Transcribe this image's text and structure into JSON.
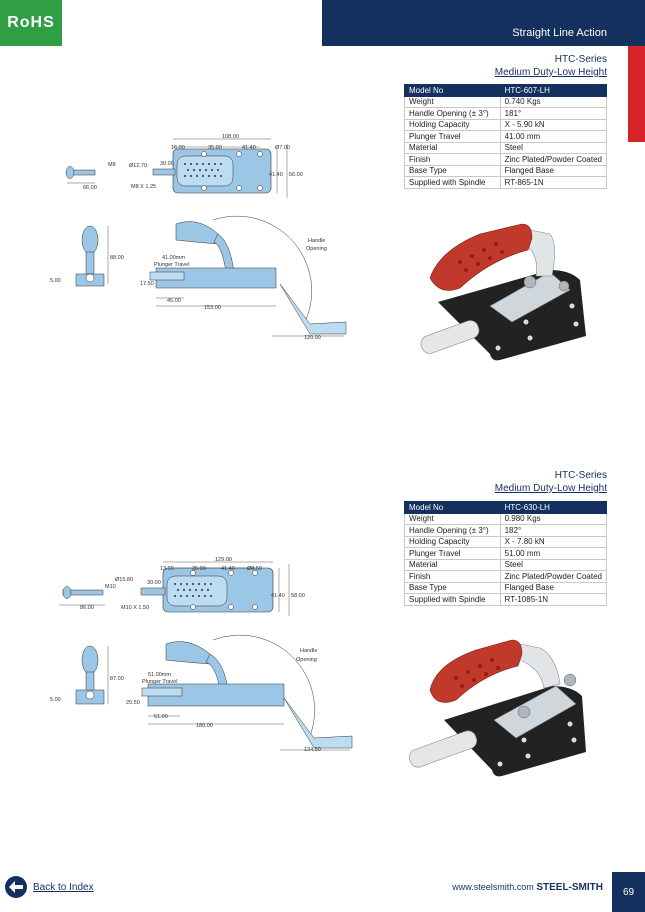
{
  "header": {
    "rohs_label": "RoHS",
    "title": "Straight Line Action"
  },
  "footer": {
    "back_label": "Back to Index",
    "website": "www.steelsmith.com",
    "brand": "STEEL-SMITH",
    "page_number": "69"
  },
  "products": [
    {
      "series": "HTC-Series",
      "subtitle": "Medium Duty-Low Height",
      "specs": [
        [
          "Model No",
          "HTC-607-LH"
        ],
        [
          "Weight",
          "0.740 Kgs"
        ],
        [
          "Handle Opening (± 3°)",
          "181°"
        ],
        [
          "Holding Capacity",
          "X - 5.90 kN"
        ],
        [
          "Plunger Travel",
          "41.00 mm"
        ],
        [
          "Material",
          "Steel"
        ],
        [
          "Finish",
          "Zinc Plated/Powder Coated"
        ],
        [
          "Base Type",
          "Flanged Base"
        ],
        [
          "Supplied with Spindle",
          "RT-865-1N"
        ]
      ],
      "top_dims": {
        "a": "108.00",
        "b": "16.00",
        "c": "35.00",
        "d": "41.40",
        "hole": "Ø7.00",
        "thread": "M8",
        "dia": "Ø12.70",
        "w": "30.00",
        "h1": "41.40",
        "h2": "56.00",
        "pitch": "M8 X 1.25",
        "len": "66.00"
      },
      "side_dims": {
        "height": "88.00",
        "base": "5.00",
        "travel": "41.00mm",
        "travel_label": "Plunger Travel",
        "handle": "Handle",
        "opening": "Opening",
        "offset": "17.50",
        "d1": "45.00",
        "d2": "153.00",
        "d3": "120.00"
      }
    },
    {
      "series": "HTC-Series",
      "subtitle": "Medium Duty-Low Height",
      "specs": [
        [
          "Model No",
          "HTC-630-LH"
        ],
        [
          "Weight",
          "0.980 Kgs"
        ],
        [
          "Handle Opening (± 3°)",
          "182°"
        ],
        [
          "Holding Capacity",
          "X - 7.80 kN"
        ],
        [
          "Plunger Travel",
          "51.00 mm"
        ],
        [
          "Material",
          "Steel"
        ],
        [
          "Finish",
          "Zinc Plated/Powder Coated"
        ],
        [
          "Base Type",
          "Flanged Base"
        ],
        [
          "Supplied with Spindle",
          "RT-1085-1N"
        ]
      ],
      "top_dims": {
        "a": "129.00",
        "b": "13.00",
        "c": "35.00",
        "d": "41.40",
        "hole": "Ø8.50",
        "thread": "M10",
        "dia": "Ø15.80",
        "w": "30.00",
        "h1": "41.40",
        "h2": "58.00",
        "pitch": "M10 X 1.50",
        "len": "86.00"
      },
      "side_dims": {
        "height": "87.00",
        "base": "5.00",
        "travel": "51.00mm",
        "travel_label": "Plunger Travel",
        "handle": "Handle",
        "opening": "Opening",
        "offset": "20.50",
        "d1": "51.00",
        "d2": "180.00",
        "d3": "134.50"
      }
    }
  ],
  "colors": {
    "navy": "#14305e",
    "green": "#2f9e44",
    "red": "#d8232a",
    "drawing_blue": "#9cc6e6"
  }
}
